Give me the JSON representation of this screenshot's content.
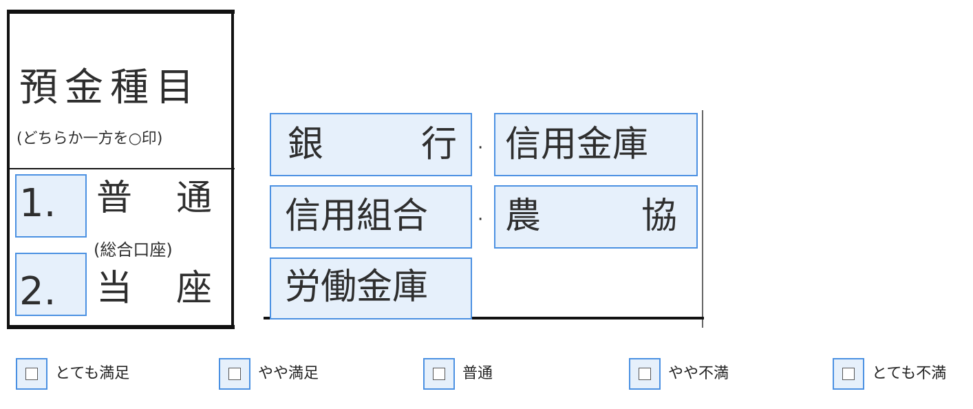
{
  "deposit_type": {
    "title": "預金種目",
    "note": "(どちらか一方を○印)",
    "options": [
      {
        "number": "1.",
        "label_a": "普",
        "label_b": "通",
        "sub": "(総合口座)"
      },
      {
        "number": "2.",
        "label_a": "当",
        "label_b": "座"
      }
    ]
  },
  "institutions": {
    "row1": [
      "銀",
      "行",
      "信用金庫"
    ],
    "row2": [
      "信用組合",
      "農",
      "協"
    ],
    "row3": [
      "労働金庫"
    ],
    "separator": "·"
  },
  "satisfaction": {
    "checkbox_symbol": "□",
    "options": [
      "とても満足",
      "やや満足",
      "普通",
      "やや不満",
      "とても不満"
    ]
  },
  "colors": {
    "highlight_fill": "#e6f0fb",
    "highlight_border": "#4a90e2"
  }
}
